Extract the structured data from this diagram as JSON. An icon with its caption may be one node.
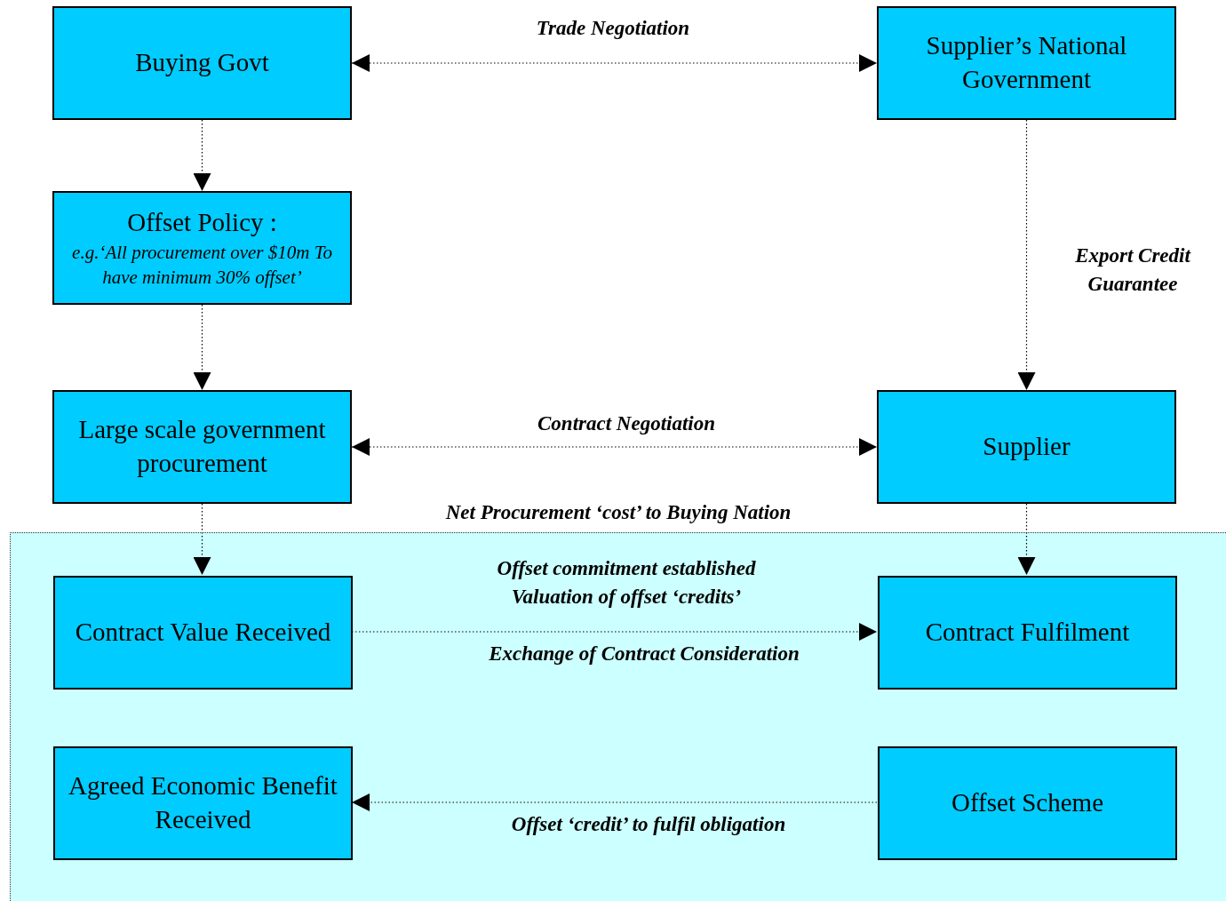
{
  "diagram": {
    "nodes": [
      {
        "text": [
          "Buying Govt"
        ]
      },
      {
        "text": [
          "Supplier’s National Government"
        ]
      },
      {
        "text": [
          "Offset Policy :",
          "e.g.‘All procurement over $10m To have minimum 30% offset’"
        ]
      },
      {
        "text": [
          "Large scale government procurement"
        ]
      },
      {
        "text": [
          "Supplier"
        ]
      },
      {
        "text": [
          "Net Procurement ‘cost’ to Buying Nation"
        ]
      },
      {
        "text": [
          "Contract Value Received"
        ],
        "in": 5
      },
      {
        "text": [
          "Contract Fulfilment"
        ],
        "in": 5
      },
      {
        "text": [
          "Agreed Economic Benefit Received"
        ],
        "in": 5
      },
      {
        "text": [
          "Offset Scheme"
        ],
        "in": 5
      }
    ],
    "edges": [
      {
        "from": 0,
        "to": 1,
        "arrow": "both",
        "label": "Trade Negotiation"
      },
      {
        "from": 0,
        "to": 2,
        "arrow": "to"
      },
      {
        "from": 2,
        "to": 3,
        "arrow": "to"
      },
      {
        "from": 1,
        "to": 4,
        "arrow": "to",
        "label": "Export Credit Guarantee"
      },
      {
        "from": 3,
        "to": 4,
        "arrow": "both",
        "label": "Contract  Negotiation"
      },
      {
        "from": 3,
        "to": 6,
        "arrow": "to"
      },
      {
        "from": 4,
        "to": 7,
        "arrow": "to"
      },
      {
        "from": 6,
        "to": 7,
        "arrow": "to",
        "label": "Offset commitment established Valuation of offset ‘credits’"
      },
      {
        "from": 9,
        "to": 8,
        "arrow": "to",
        "label": "Offset ‘credit’ to fulfil obligation"
      }
    ],
    "labels": [
      "Exchange of Contract Consideration"
    ]
  }
}
